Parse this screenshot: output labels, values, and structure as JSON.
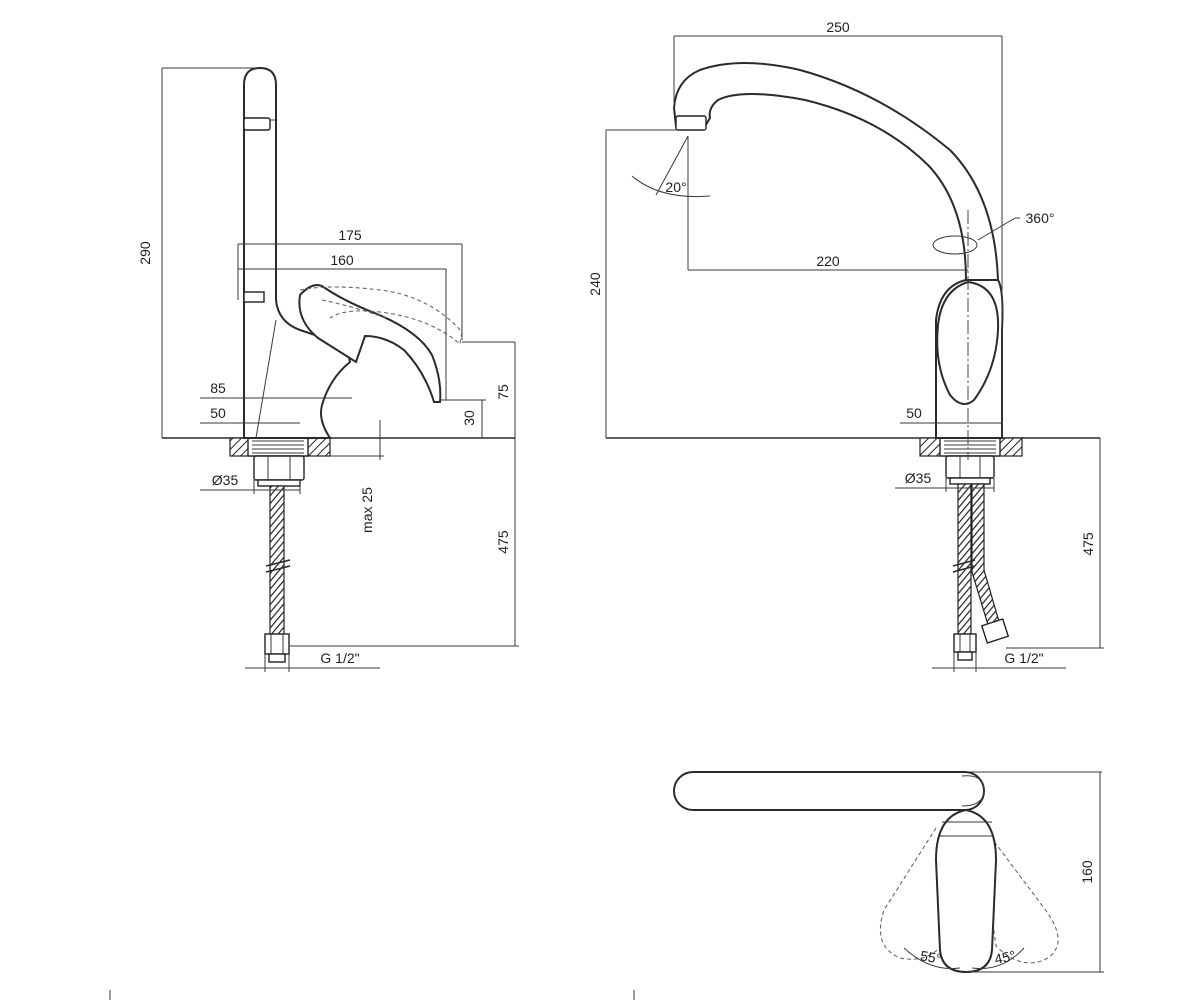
{
  "dimensions": {
    "side": {
      "height_total": "290",
      "lever_reach_outer": "175",
      "lever_reach_inner": "160",
      "base_to_lever": "85",
      "base_width": "50",
      "lever_height": "75",
      "spout_height": "30",
      "shank_diameter": "Ø35",
      "max_deck": "max 25",
      "hose_length": "475",
      "thread": "G 1/2\""
    },
    "front": {
      "spout_reach_total": "250",
      "spout_reach": "220",
      "spout_height": "240",
      "spray_angle": "20°",
      "rotation": "360°",
      "base_width": "50",
      "shank_diameter": "Ø35",
      "hose_length": "475",
      "thread": "G 1/2\""
    },
    "top": {
      "depth": "160",
      "angle_left": "55°",
      "angle_right": "45°"
    }
  }
}
